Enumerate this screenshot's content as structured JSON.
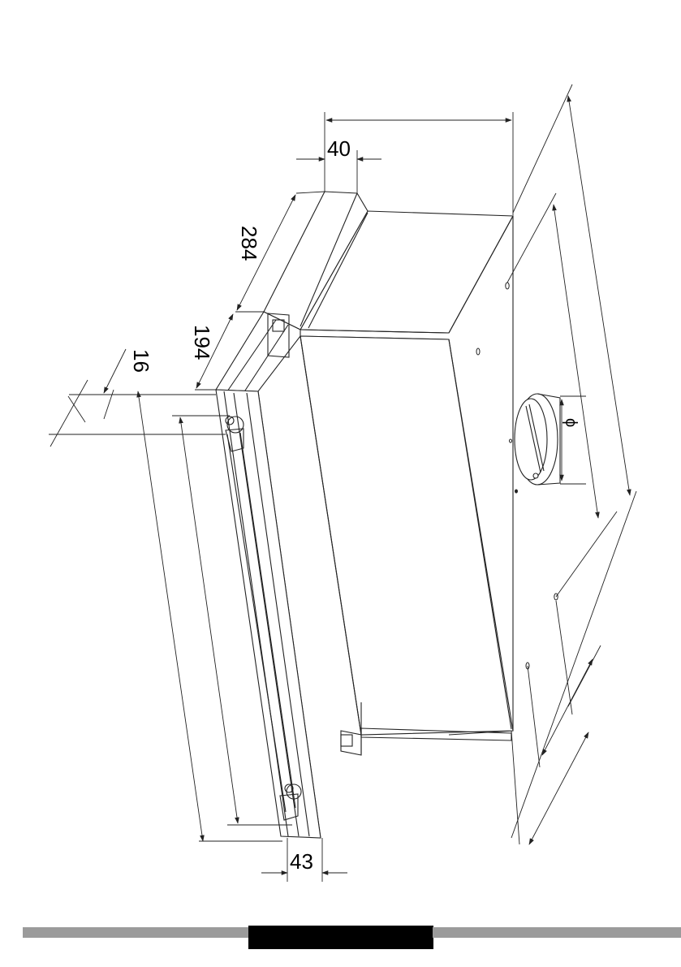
{
  "dimensions": {
    "width_top": "40",
    "depth_top": "284",
    "inner_depth": "194",
    "front_thickness": "16",
    "bottom_offset": "43",
    "outlet_diameter": "ϕ"
  },
  "colors": {
    "line": "#222222",
    "footer_gray": "#9b9b9b",
    "footer_black": "#000000"
  }
}
